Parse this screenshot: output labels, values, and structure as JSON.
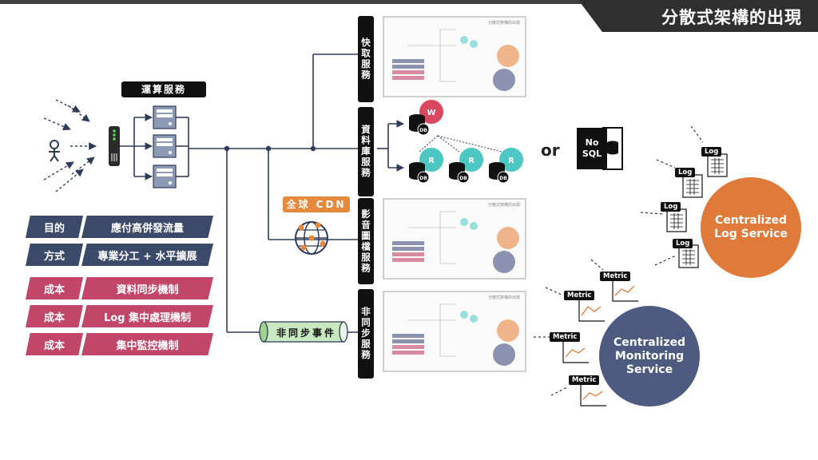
{
  "header": {
    "title": "分散式架構的出現"
  },
  "compute": {
    "label": "運算服務"
  },
  "cdn": {
    "label": "全球 CDN"
  },
  "async_event": {
    "label": "非同步事件"
  },
  "services": [
    {
      "label": "快取服務"
    },
    {
      "label": "資料庫服務"
    },
    {
      "label": "影音圖檔服務"
    },
    {
      "label": "非同步服務"
    }
  ],
  "thumbnail": {
    "title": "分散式架構的出現"
  },
  "db": {
    "write_tag": "W",
    "read_tag": "R",
    "db_text": "DB"
  },
  "or_text": "or",
  "nosql": {
    "line1": "No",
    "line2": "SQL"
  },
  "legend": [
    {
      "key": "目的",
      "value": "應付高併發流量",
      "color": "#3c4a6a"
    },
    {
      "key": "方式",
      "value": "專業分工 + 水平擴展",
      "color": "#3c4a6a"
    },
    {
      "key": "成本",
      "value": "資料同步機制",
      "color": "#c2456a"
    },
    {
      "key": "成本",
      "value": "Log 集中處理機制",
      "color": "#c2456a"
    },
    {
      "key": "成本",
      "value": "集中監控機制",
      "color": "#c2456a"
    }
  ],
  "log_service": {
    "label": "Centralized Log Service",
    "color": "#e07a3a"
  },
  "monitoring_service": {
    "label": "Centralized Monitoring Service",
    "color": "#4d5b80"
  },
  "log_tags": [
    "Log",
    "Log",
    "Log",
    "Log"
  ],
  "metric_tags": [
    "Metric",
    "Metric",
    "Metric",
    "Metric"
  ]
}
